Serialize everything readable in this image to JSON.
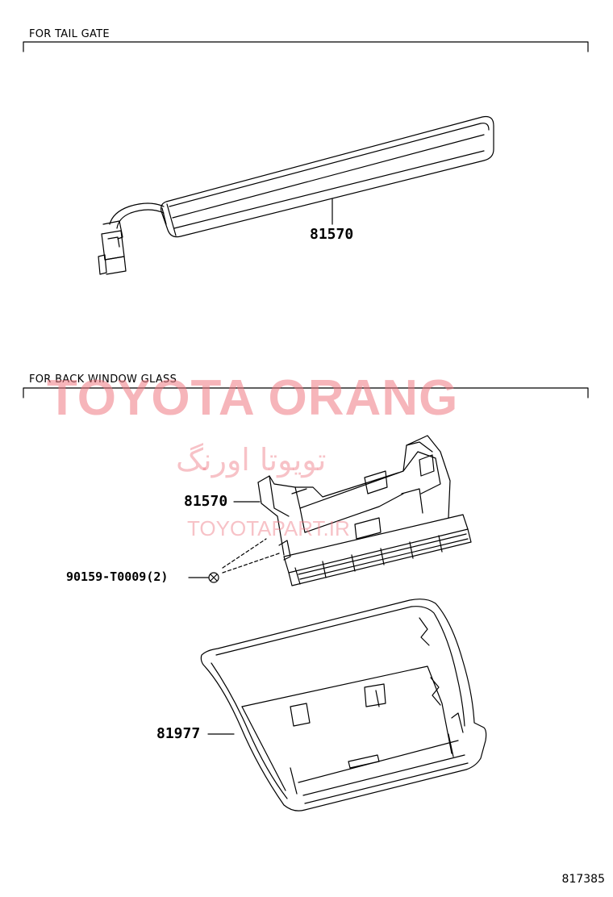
{
  "sections": {
    "tail_gate": "FOR TAIL GATE",
    "back_window": "FOR BACK WINDOW GLASS"
  },
  "parts": {
    "lamp_tail_gate": "81570",
    "lamp_back_window": "81570",
    "screw": "90159-T0009(2)",
    "cover": "81977"
  },
  "watermark": {
    "main": "TOYOTA ORANG",
    "farsi": "تویوتا اورنگ",
    "url": "TOYOTAPART.IR"
  },
  "diagram_ref": "817385",
  "colors": {
    "watermark": "#ee7882",
    "line": "#000000"
  }
}
